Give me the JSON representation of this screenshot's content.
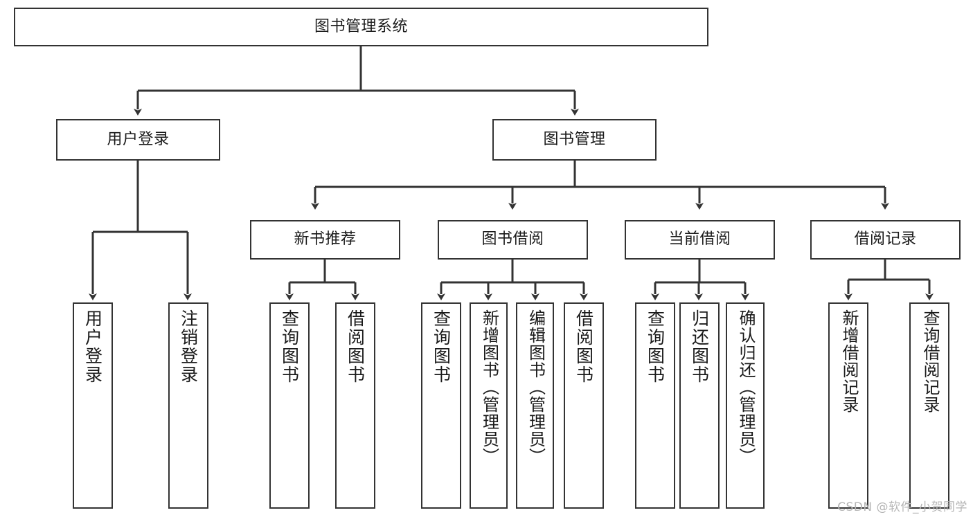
{
  "diagram": {
    "title": "图书管理系统",
    "type": "tree",
    "colors": {
      "box_border": "#333333",
      "box_fill": "#ffffff",
      "edge": "#333333",
      "text": "#1a1a1a",
      "watermark": "#b5b5b5"
    },
    "root": {
      "label": "图书管理系统"
    },
    "level2": [
      {
        "label": "用户登录"
      },
      {
        "label": "图书管理"
      }
    ],
    "level3": [
      {
        "label": "新书推荐"
      },
      {
        "label": "图书借阅"
      },
      {
        "label": "当前借阅"
      },
      {
        "label": "借阅记录"
      }
    ],
    "leaves": {
      "user_login": [
        {
          "label": "用户登录"
        },
        {
          "label": "注销登录"
        }
      ],
      "new_book_recommend": [
        {
          "label": "查询图书"
        },
        {
          "label": "借阅图书"
        }
      ],
      "book_borrow": [
        {
          "label": "查询图书"
        },
        {
          "label": "新增图书（管理员）"
        },
        {
          "label": "编辑图书（管理员）"
        },
        {
          "label": "借阅图书"
        }
      ],
      "current_borrow": [
        {
          "label": "查询图书"
        },
        {
          "label": "归还图书"
        },
        {
          "label": "确认归还（管理员）"
        }
      ],
      "borrow_record": [
        {
          "label": "新增借阅记录"
        },
        {
          "label": "查询借阅记录"
        }
      ]
    }
  },
  "watermark": {
    "text": "CSDN @软件_小贺同学"
  }
}
